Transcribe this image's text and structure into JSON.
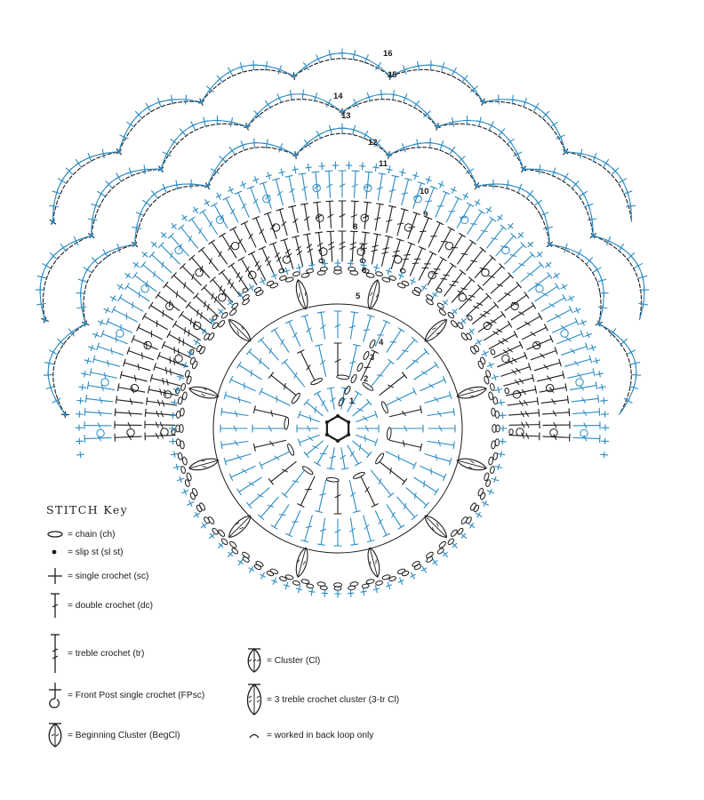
{
  "colors": {
    "ink": "#1c1c1c",
    "blue": "#2a8bc4"
  },
  "round_labels": [
    "1",
    "2",
    "3",
    "4",
    "5",
    "6",
    "7",
    "8",
    "9",
    "10",
    "11",
    "12",
    "13",
    "14",
    "15",
    "16"
  ],
  "stitch_key": {
    "title": "STITCH Key",
    "items": [
      {
        "icon": "chain-icon",
        "label": "= chain (ch)"
      },
      {
        "icon": "slip-stitch-icon",
        "label": "= slip st (sl st)"
      },
      {
        "icon": "single-crochet-icon",
        "label": "= single crochet (sc)"
      },
      {
        "icon": "double-crochet-icon",
        "label": "= double crochet (dc)"
      },
      {
        "icon": "treble-crochet-icon",
        "label": "= treble crochet (tr)"
      },
      {
        "icon": "front-post-single-crochet-icon",
        "label": "= Front Post single crochet (FPsc)"
      },
      {
        "icon": "beginning-cluster-icon",
        "label": "= Beginning Cluster (BegCl)"
      },
      {
        "icon": "cluster-icon",
        "label": "= Cluster (Cl)"
      },
      {
        "icon": "three-treble-cluster-icon",
        "label": "= 3 treble crochet cluster (3-tr Cl)"
      },
      {
        "icon": "back-loop-icon",
        "label": "= worked in back loop only"
      }
    ]
  }
}
